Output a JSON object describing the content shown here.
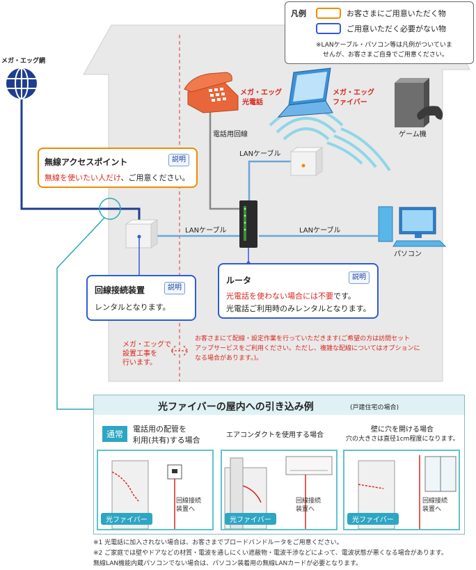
{
  "legend": {
    "title": "凡例",
    "orange_label": "お客さまにご用意いただく物",
    "blue_label": "ご用意いただく必要がない物",
    "note_line1": "※LANケーブル・パソコン等は凡例がついていま",
    "note_line2": "せんが、お客さまご自身でご用意ください。",
    "orange_color": "#f08a00",
    "blue_color": "#2f5bd8"
  },
  "network": {
    "label": "メガ・エッグ網"
  },
  "devices": {
    "phone": {
      "line1": "メガ・エッグ",
      "line2": "光電話"
    },
    "laptop": {
      "line1": "メガ・エッグ",
      "line2": "ファイバー"
    },
    "game": "ゲーム機",
    "pc": "パソコン"
  },
  "wires": {
    "phone_line": "電話用回線",
    "lan_ap": "LANケーブル",
    "lan_onu": "LANケーブル",
    "lan_pc": "LANケーブル"
  },
  "cards": {
    "ap": {
      "title": "無線アクセスポイント",
      "button": "説明",
      "red_text": "無線を使いたい人だけ",
      "text": "、ご用意ください。"
    },
    "onu": {
      "title": "回線接続装置",
      "button": "説明",
      "text": "レンタルとなります。"
    },
    "router": {
      "title": "ルータ",
      "button": "説明",
      "red_text": "光電話を使わない場合には不要",
      "text1": "です。",
      "text2": "光電話ご利用時のみレンタルとなります。"
    }
  },
  "install": {
    "left_line1": "メガ・エッグで",
    "left_line2": "設置工事を",
    "left_line3": "行います。",
    "right_line1": "お客さまにて配線・設定作業を行っていただきます(ご希望の方は訪問セット",
    "right_line2": "アップサービスをご利用ください。ただし、複雑な配線についてはオプションに",
    "right_line3": "なる場合があります。)。"
  },
  "fiber_section": {
    "title": "光ファイバーの屋内への引き込み例",
    "subtitle": "(戸建住宅の場合)",
    "normal_badge": "通常",
    "col1_line1": "電話用の配管を",
    "col1_line2": "利用(共有)する場合",
    "col2": "エアコンダクトを使用する場合",
    "col3_line1": "壁に穴を開ける場合",
    "col3_line2": "穴の大きさは直径1cm程度になります。",
    "fiber_tag": "光ファイバー",
    "device_line1": "回線接続",
    "device_line2": "装置へ"
  },
  "footnotes": {
    "n1": "※1 光電話に加入されない場合は、お客さまでブロードバンドルータをご用意ください。",
    "n2": "※2 ご家庭では壁やドアなどの材質・電波を通しにくい遮蔽物・電波干渉などによって、電波状態が悪くなる場合があります。",
    "n3": "無線LAN機能内蔵パソコンでない場合は、パソコン装着用の無線LANカードが必要となります。"
  }
}
